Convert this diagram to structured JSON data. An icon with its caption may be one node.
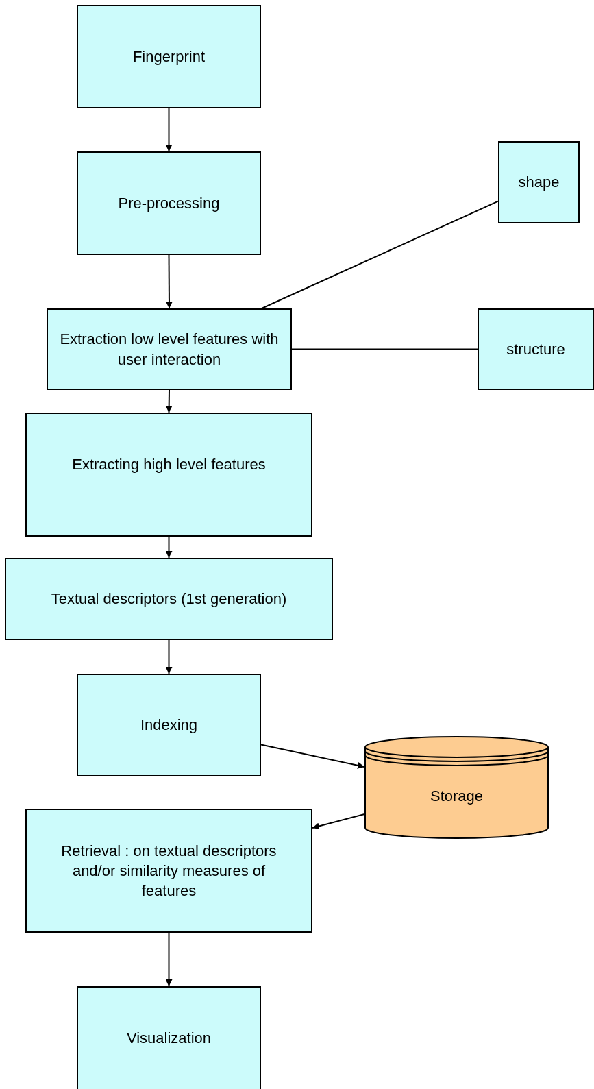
{
  "diagram": {
    "nodes": [
      {
        "text": [
          "Fingerprint"
        ]
      },
      {
        "text": [
          "Pre-processing"
        ]
      },
      {
        "text": [
          "shape"
        ]
      },
      {
        "text": [
          "Extraction low level features with user interaction"
        ]
      },
      {
        "text": [
          "structure"
        ]
      },
      {
        "text": [
          "Extracting high level features"
        ]
      },
      {
        "text": [
          "Textual descriptors (1st generation)"
        ]
      },
      {
        "text": [
          "Indexing"
        ]
      },
      {
        "text": [
          "Storage"
        ]
      },
      {
        "text": [
          "Retrieval : on textual descriptors and/or similarity measures of features"
        ]
      },
      {
        "text": [
          "Visualization"
        ]
      }
    ],
    "edges": [
      {
        "from": 0,
        "to": 1,
        "arrow": "to"
      },
      {
        "from": 1,
        "to": 3,
        "arrow": "to"
      },
      {
        "from": 3,
        "to": 2,
        "arrow": "none"
      },
      {
        "from": 3,
        "to": 4,
        "arrow": "none"
      },
      {
        "from": 3,
        "to": 5,
        "arrow": "to"
      },
      {
        "from": 5,
        "to": 6,
        "arrow": "to"
      },
      {
        "from": 6,
        "to": 7,
        "arrow": "to"
      },
      {
        "from": 7,
        "to": 8,
        "arrow": "to"
      },
      {
        "from": 8,
        "to": 9,
        "arrow": "to"
      },
      {
        "from": 9,
        "to": 10,
        "arrow": "to"
      }
    ]
  }
}
